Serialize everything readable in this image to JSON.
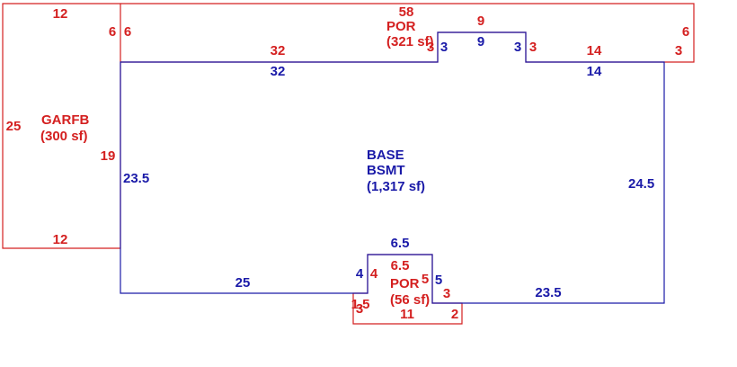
{
  "colors": {
    "porch_and_garage": "#d42020",
    "basement": "#1a1aa8",
    "background": "#ffffff"
  },
  "areas": {
    "garage": {
      "code": "GARFB",
      "area": "(300 sf)"
    },
    "porch_top": {
      "code": "POR",
      "area": "(321 sf)"
    },
    "basement": {
      "code_line1": "BASE",
      "code_line2": "BSMT",
      "area": "(1,317 sf)"
    },
    "porch_bottom": {
      "code": "POR",
      "area": "(56 sf)"
    }
  },
  "dimensions": {
    "garage": {
      "top": "12",
      "left": "25",
      "bottom": "12",
      "right_upper": "6",
      "right_lower": "19"
    },
    "porch_top": {
      "overall": "58",
      "left": "6",
      "segment_left": "32",
      "step_left": "3",
      "step_top": "9",
      "step_right": "3",
      "segment_right": "14",
      "right": "6",
      "right_end": "3"
    },
    "basement": {
      "top_left": "32",
      "step_left": "3",
      "step_top": "9",
      "step_right": "3",
      "top_right": "14",
      "left": "23.5",
      "right": "24.5",
      "bottom_left": "25",
      "bottom_right": "23.5",
      "notch_left": "4",
      "notch_top": "6.5",
      "notch_right": "5"
    },
    "porch_bottom": {
      "left": "1.5",
      "left_inner": "3",
      "inner_left": "4",
      "top": "6.5",
      "inner_right": "5",
      "right": "3",
      "bottom": "11",
      "right_end": "2"
    }
  }
}
